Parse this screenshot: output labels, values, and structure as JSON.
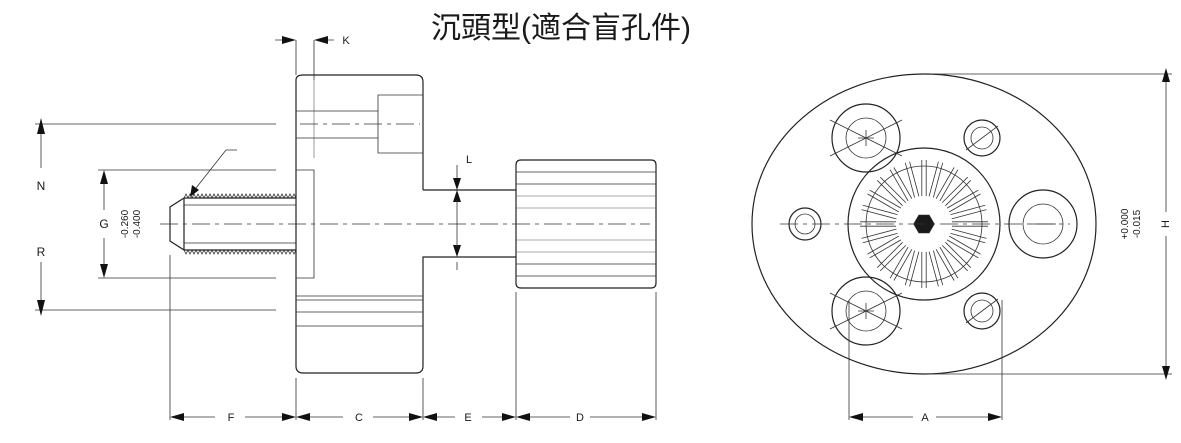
{
  "title": "沉頭型(適合盲孔件)",
  "side_view_labels": {
    "k": "K",
    "l": "L",
    "n": "N",
    "r": "R",
    "g": "G",
    "g_tol_upper": "-0.260",
    "g_tol_lower": "-0.400",
    "f": "F",
    "c": "C",
    "e": "E",
    "d": "D"
  },
  "front_view_labels": {
    "a": "A",
    "h": "H",
    "h_tol_upper": "+0.000",
    "h_tol_lower": "-0.015"
  }
}
